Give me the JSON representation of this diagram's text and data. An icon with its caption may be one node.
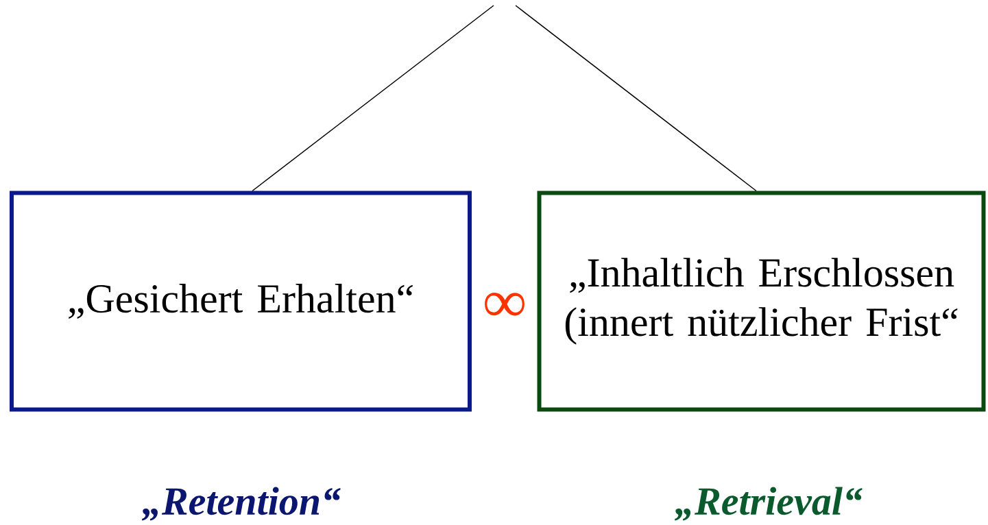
{
  "diagram": {
    "nodes": [
      {
        "text": [
          "„Gesichert Erhalten“"
        ],
        "beside": [
          "„Retention“"
        ]
      },
      {
        "text": [
          "„Inhaltlich Erschlossen (innert nützlicher Frist“"
        ],
        "beside": [
          "„Retrieval“"
        ]
      }
    ],
    "edges": [
      {
        "from": null,
        "to": 0,
        "arrow": "none"
      },
      {
        "from": null,
        "to": 1,
        "arrow": "none"
      }
    ],
    "labels": [
      "∞"
    ]
  }
}
